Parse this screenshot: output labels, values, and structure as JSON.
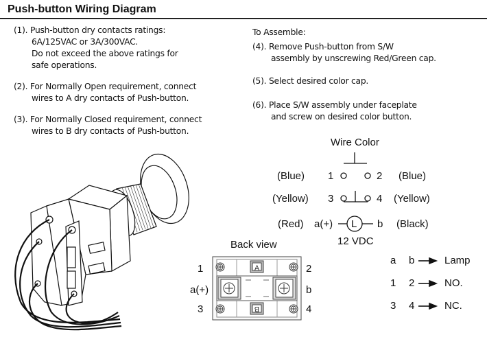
{
  "title": "Push-button Wiring Diagram",
  "left_notes": [
    {
      "num": "(1).",
      "lines": [
        "Push-button dry contacts ratings:",
        "6A/125VAC or 3A/300VAC.",
        "Do not exceed the above ratings for",
        "safe operations."
      ]
    },
    {
      "num": "(2).",
      "lines": [
        "For Normally Open requirement, connect",
        "wires to A dry contacts of Push-button."
      ]
    },
    {
      "num": "(3).",
      "lines": [
        "For Normally Closed requirement, connect",
        "wires to B dry contacts of Push-button."
      ]
    }
  ],
  "assemble": {
    "heading": "To Assemble:",
    "steps": [
      {
        "num": "(4).",
        "lines": [
          "Remove Push-button from S/W",
          "assembly by unscrewing Red/Green cap."
        ]
      },
      {
        "num": "(5).",
        "lines": [
          "Select desired color cap."
        ]
      },
      {
        "num": "(6).",
        "lines": [
          "Place S/W assembly under faceplate",
          "and screw on desired color button."
        ]
      }
    ]
  },
  "schematic": {
    "heading": "Wire Color",
    "row1": {
      "left_color": "(Blue)",
      "t1": "1",
      "t2": "2",
      "right_color": "(Blue)"
    },
    "row2": {
      "left_color": "(Yellow)",
      "t1": "3",
      "t2": "4",
      "right_color": "(Yellow)"
    },
    "row3": {
      "left_color": "(Red)",
      "t1": "a(+)",
      "lamp": "L",
      "t2": "b",
      "right_color": "(Black)"
    },
    "voltage": "12 VDC"
  },
  "back_view": {
    "heading": "Back view",
    "left_labels": [
      "1",
      "a(+)",
      "3"
    ],
    "right_labels": [
      "2",
      "b",
      "4"
    ],
    "contact_a": "A",
    "contact_b": "B"
  },
  "legend": [
    {
      "t1": "a",
      "t2": "b",
      "meaning": "Lamp"
    },
    {
      "t1": "1",
      "t2": "2",
      "meaning": "NO."
    },
    {
      "t1": "3",
      "t2": "4",
      "meaning": "NC."
    }
  ]
}
